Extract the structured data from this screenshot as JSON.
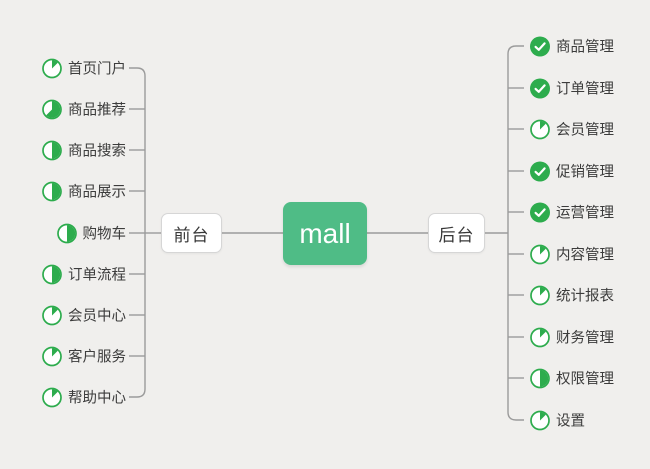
{
  "background_color": "#f0efed",
  "root": {
    "label": "mall",
    "fill_color": "#4fbc86",
    "text_color": "#ffffff"
  },
  "branches": {
    "left": {
      "label": "前台",
      "items": [
        {
          "label": "首页门户",
          "icon": "task-progress-1-8"
        },
        {
          "label": "商品推荐",
          "icon": "task-progress-5-8"
        },
        {
          "label": "商品搜索",
          "icon": "task-progress-4-8"
        },
        {
          "label": "商品展示",
          "icon": "task-progress-4-8"
        },
        {
          "label": "购物车",
          "icon": "task-progress-4-8"
        },
        {
          "label": "订单流程",
          "icon": "task-progress-4-8"
        },
        {
          "label": "会员中心",
          "icon": "task-progress-1-8"
        },
        {
          "label": "客户服务",
          "icon": "task-progress-1-8"
        },
        {
          "label": "帮助中心",
          "icon": "task-progress-1-8"
        }
      ]
    },
    "right": {
      "label": "后台",
      "items": [
        {
          "label": "商品管理",
          "icon": "task-done"
        },
        {
          "label": "订单管理",
          "icon": "task-done"
        },
        {
          "label": "会员管理",
          "icon": "task-progress-1-8"
        },
        {
          "label": "促销管理",
          "icon": "task-done"
        },
        {
          "label": "运营管理",
          "icon": "task-done"
        },
        {
          "label": "内容管理",
          "icon": "task-progress-1-8"
        },
        {
          "label": "统计报表",
          "icon": "task-progress-1-8"
        },
        {
          "label": "财务管理",
          "icon": "task-progress-1-8"
        },
        {
          "label": "权限管理",
          "icon": "task-progress-4-8"
        },
        {
          "label": "设置",
          "icon": "task-progress-1-8"
        }
      ]
    }
  },
  "colors": {
    "icon_green": "#2dac4d",
    "connector_line": "#9b9b9b",
    "node_border": "#d6d6d6",
    "label_text": "#3c3c3c"
  }
}
